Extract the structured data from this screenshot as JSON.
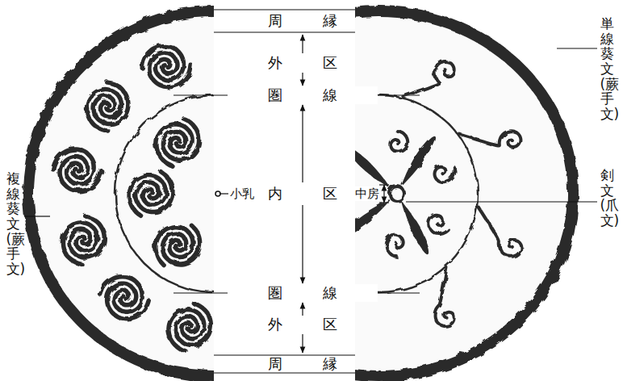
{
  "diagram": {
    "labels": [
      "周縁",
      "外区",
      "圏線",
      "内区",
      "圏線",
      "外区",
      "周縁",
      "単線葵文(蕨手文)",
      "剣文(爪文)",
      "中房",
      "小乳",
      "複線葵文(蕨手文)"
    ]
  }
}
